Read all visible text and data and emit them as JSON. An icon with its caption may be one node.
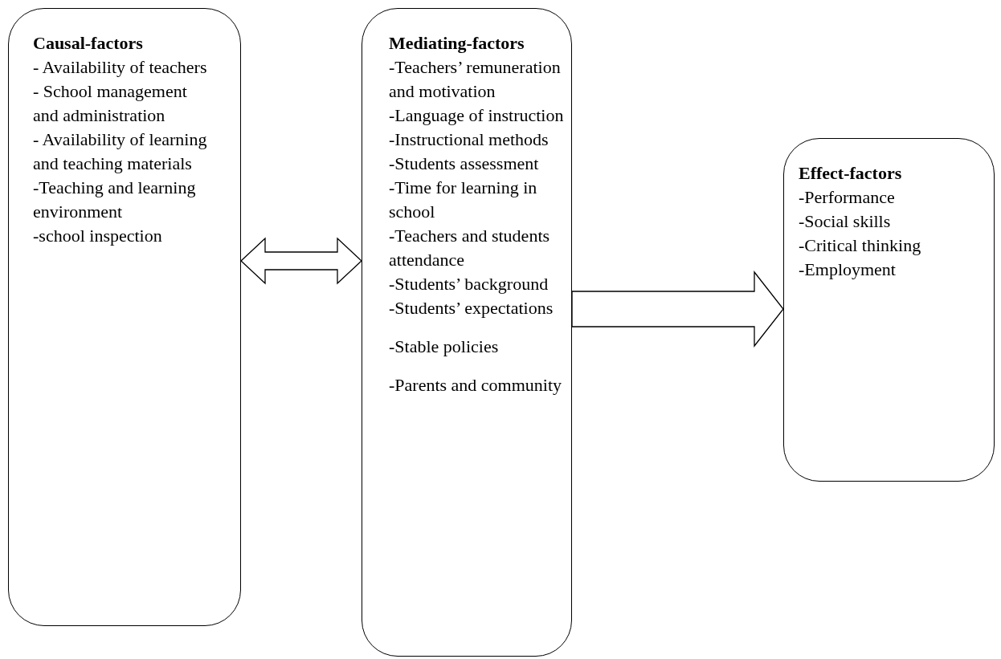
{
  "diagram": {
    "nodes": [
      {
        "text": [
          "Causal-factors",
          "- Availability of teachers",
          "- School management and administration",
          "- Availability of learning and teaching materials",
          "-Teaching and learning environment",
          "-school inspection"
        ]
      },
      {
        "text": [
          "Mediating-factors",
          "-Teachers’ remuneration and motivation",
          "-Language of instruction",
          "-Instructional methods",
          "-Students assessment",
          "-Time for learning in school",
          "-Teachers and students attendance",
          "-Students’ background",
          "-Students’ expectations",
          "-Stable policies",
          "-Parents and community"
        ]
      },
      {
        "text": [
          "Effect-factors",
          "-Performance",
          "-Social skills",
          "-Critical thinking",
          "-Employment"
        ]
      }
    ],
    "edges": [
      {
        "from": 0,
        "to": 1,
        "arrow": "both"
      },
      {
        "from": 1,
        "to": 2,
        "arrow": "to"
      }
    ]
  }
}
